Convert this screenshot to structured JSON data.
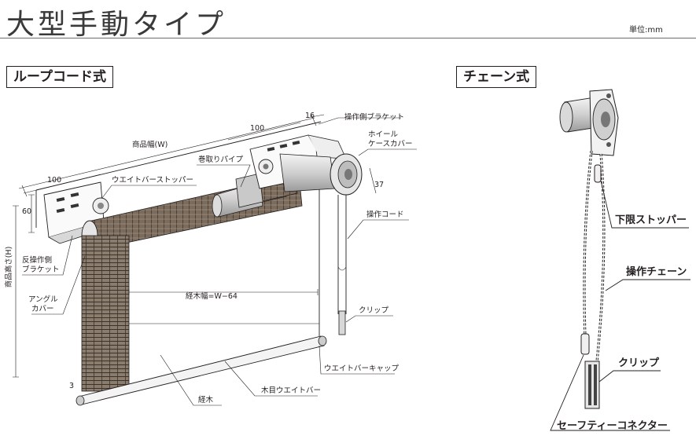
{
  "header": {
    "title": "大型手動タイプ",
    "unit": "単位:mm"
  },
  "loop": {
    "section_label": "ループコード式",
    "labels": {
      "width": "商品幅(W)",
      "height": "商品高さ(H)",
      "dim_100_left": "100",
      "dim_100_right": "100",
      "dim_16": "16",
      "dim_37": "37",
      "dim_60": "60",
      "dim_3": "3",
      "bracket_op": "操作側ブラケット",
      "wheel_cover_1": "ホイール",
      "wheel_cover_2": "ケースカバー",
      "winding_pipe": "巻取りパイプ",
      "weightbar_stopper": "ウエイトバーストッパー",
      "opp_bracket_1": "反操作側",
      "opp_bracket_2": "ブラケット",
      "angle_cover_1": "アングル",
      "angle_cover_2": "カバー",
      "op_cord": "操作コード",
      "slat_width": "経木幅=W−64",
      "clip": "クリップ",
      "weightbar_cap": "ウエイトバーキャップ",
      "slat": "経木",
      "wood_weightbar": "木目ウエイトバー"
    }
  },
  "chain": {
    "section_label": "チェーン式",
    "labels": {
      "lower_stopper": "下限ストッパー",
      "op_chain": "操作チェーン",
      "clip": "クリップ",
      "safety_connector": "セーフティーコネクター"
    }
  }
}
